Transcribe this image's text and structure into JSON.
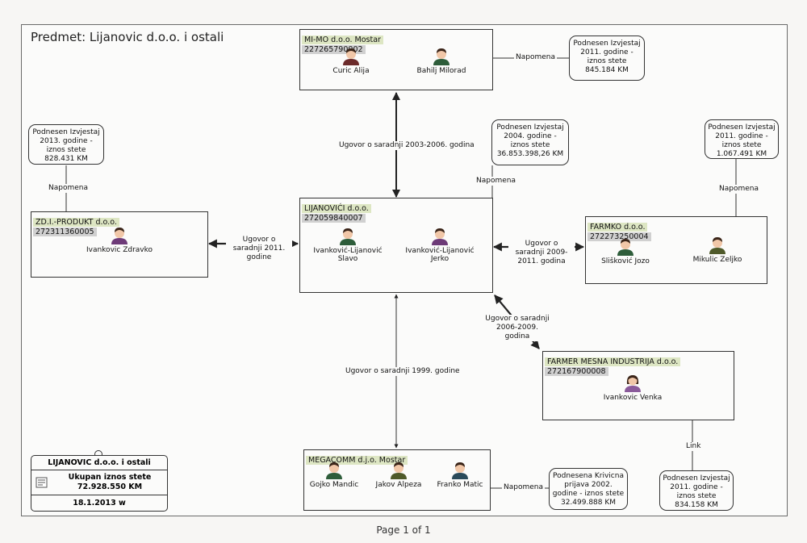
{
  "title": "Predmet: Lijanovic d.o.o. i ostali",
  "footer": "Page 1 of 1",
  "colors": {
    "name_bg": "#dde6c3",
    "id_bg": "#d0d0d0",
    "shirt_male": "#2e5d3a",
    "shirt_female": "#8a5a9a",
    "hair": "#3a2418",
    "skin": "#f1c7a8"
  },
  "entities": {
    "mimo": {
      "name": "MI-MO d.o.o. Mostar",
      "id": "227265790002",
      "people": [
        "Curic Alija",
        "Bahilj Milorad"
      ]
    },
    "lijanovici": {
      "name": "LIJANOVIĆI d.o.o.",
      "id": "272059840007",
      "people": [
        "Ivanković-Lijanović Slavo",
        "Ivanković-Lijanović Jerko"
      ]
    },
    "zdi": {
      "name": "ZD.I.-PRODUKT d.o.o.",
      "id": "272311360005",
      "people": [
        "Ivankovic Zdravko"
      ]
    },
    "farmko": {
      "name": "FARMKO d.o.o.",
      "id": "272273250004",
      "people": [
        "Slišković Jozo",
        "Mikulic Zeljko"
      ]
    },
    "farmer": {
      "name": "FARMER MESNA INDUSTRIJA d.o.o.",
      "id": "272167900008",
      "people": [
        "Ivankovic Venka"
      ]
    },
    "megacomm": {
      "name": "MEGACOMM d.j.o. Mostar",
      "id": "",
      "people": [
        "Gojko Mandic",
        "Jakov Alpeza",
        "Franko Matic"
      ]
    }
  },
  "notes": {
    "mimo": "Podnesen Izvjestaj 2011. godine - iznos stete 845.184 KM",
    "zdi": "Podnesen Izvjestaj 2013. godine - iznos stete 828.431 KM",
    "lijanovici": "Podnesen Izvjestaj 2004. godine - iznos stete 36.853.398,26 KM",
    "farmko": "Podnesen Izvjestaj 2011. godine - iznos stete 1.067.491 KM",
    "farmer": "Podnesen Izvjestaj 2011. godine - iznos stete 834.158 KM",
    "megacomm": "Podnesena Krivicna prijava 2002. godine - iznos stete 32.499.888 KM"
  },
  "link_labels": {
    "napomena": "Napomena",
    "link": "Link",
    "mimo_lij": "Ugovor o saradnji 2003-2006. godina",
    "zdi_lij": "Ugovor o saradnji 2011. godine",
    "lij_farmko": "Ugovor o saradnji 2009-2011. godina",
    "lij_farmer": "Ugovor o saradnji 2006-2009. godina",
    "lij_mega": "Ugovor o saradnji 1999. godine"
  },
  "summary": {
    "name": "LIJANOVIC d.o.o. i ostali",
    "total_label": "Ukupan iznos stete",
    "total_value": "72.928.550 KM",
    "date": "18.1.2013 w"
  }
}
